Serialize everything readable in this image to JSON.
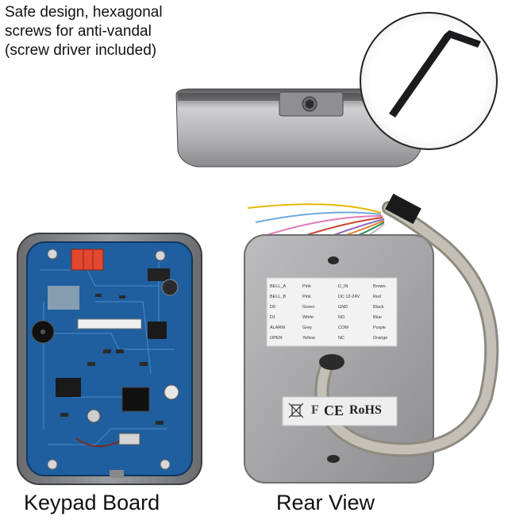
{
  "caption": {
    "lines": [
      "Safe design, hexagonal",
      "screws for anti-vandal",
      "(screw driver included)"
    ]
  },
  "labels": {
    "keypad_board": "Keypad Board",
    "rear_view": "Rear View"
  },
  "wiring_table": {
    "left": [
      {
        "name": "BELL_A",
        "color": "Pink"
      },
      {
        "name": "BELL_B",
        "color": "Pink"
      },
      {
        "name": "D0",
        "color": "Green"
      },
      {
        "name": "D1",
        "color": "White"
      },
      {
        "name": "ALARM",
        "color": "Grey"
      },
      {
        "name": "OPEN",
        "color": "Yellow"
      }
    ],
    "right": [
      {
        "name": "D_IN",
        "color": "Brown"
      },
      {
        "name": "DC 12-24V",
        "color": "Red"
      },
      {
        "name": "GND",
        "color": "Black"
      },
      {
        "name": "NO",
        "color": "Blue"
      },
      {
        "name": "COM",
        "color": "Purple"
      },
      {
        "name": "NC",
        "color": "Orange"
      }
    ]
  },
  "certifications": {
    "ce": "CE",
    "rohs": "RoHS",
    "partial_mark": "F"
  },
  "colors": {
    "pcb_blue": "#1f5fa0",
    "housing_grey": "#a9a9ab",
    "cable_grey": "#b9b6ad"
  }
}
